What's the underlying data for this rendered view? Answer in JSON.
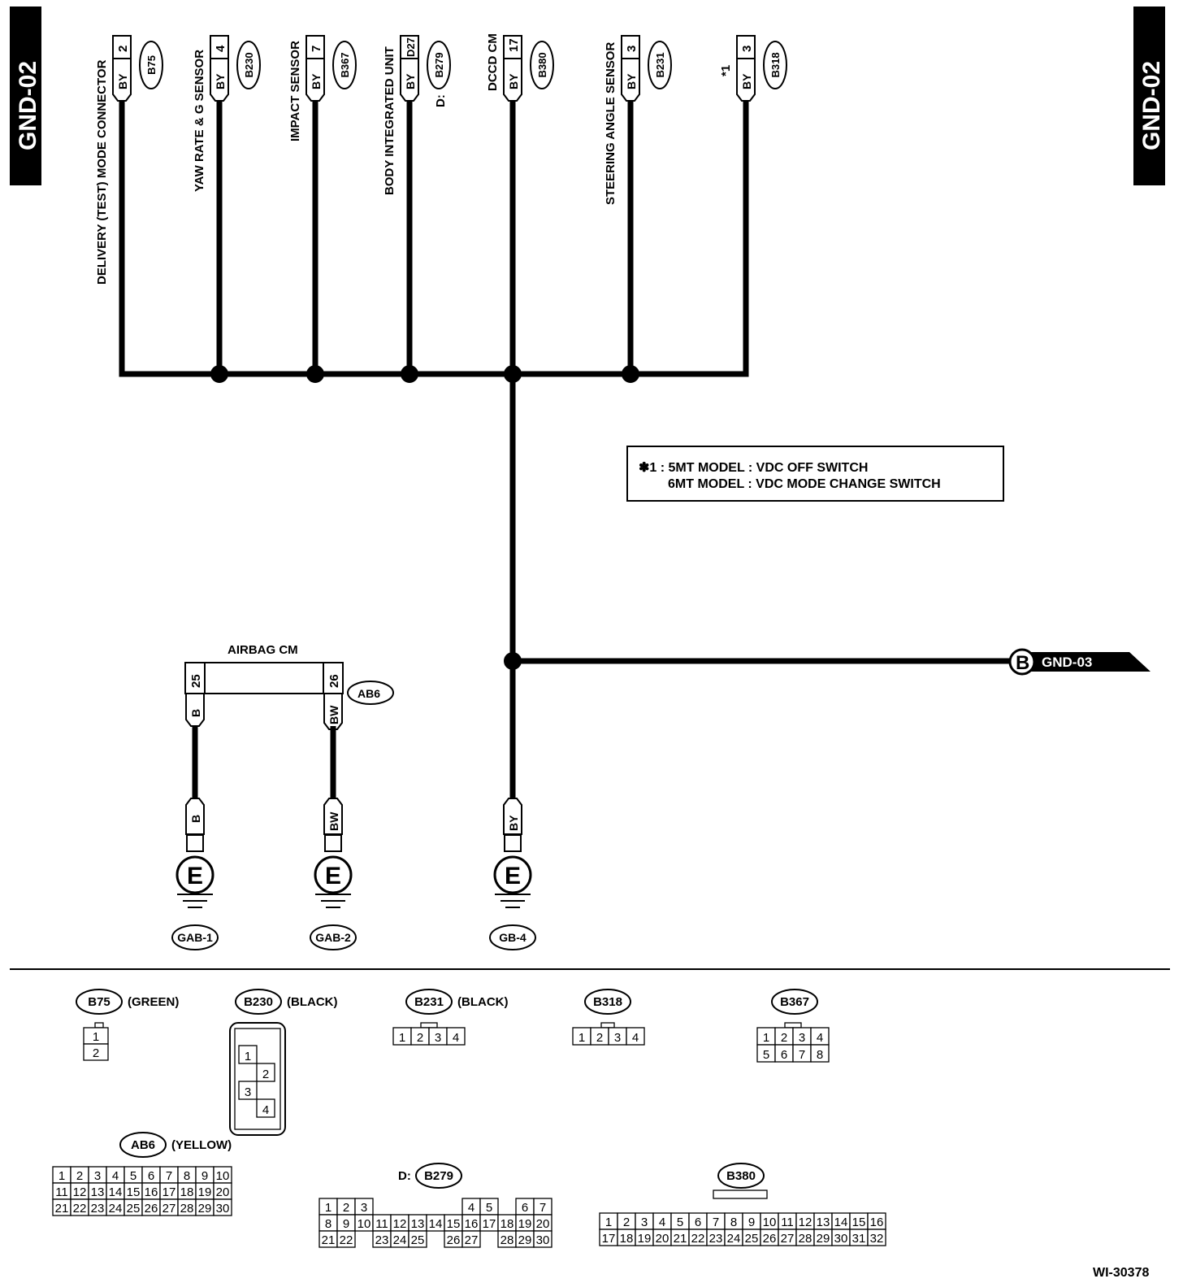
{
  "page_tag": "GND-02",
  "components": [
    {
      "name": "DELIVERY (TEST) MODE CONNECTOR",
      "prefix": "",
      "wire": "BY",
      "pin": "2",
      "connector": "B75"
    },
    {
      "name": "YAW RATE & G SENSOR",
      "prefix": "",
      "wire": "BY",
      "pin": "4",
      "connector": "B230"
    },
    {
      "name": "IMPACT SENSOR",
      "prefix": "",
      "wire": "BY",
      "pin": "7",
      "connector": "B367"
    },
    {
      "name": "BODY INTEGRATED UNIT",
      "prefix": "D:",
      "wire": "BY",
      "pin": "D27",
      "connector": "B279"
    },
    {
      "name": "DCCD CM",
      "prefix": "",
      "wire": "BY",
      "pin": "17",
      "connector": "B380"
    },
    {
      "name": "STEERING ANGLE SENSOR",
      "prefix": "",
      "wire": "BY",
      "pin": "3",
      "connector": "B231"
    },
    {
      "name": "*1",
      "prefix": "",
      "wire": "BY",
      "pin": "3",
      "connector": "B318"
    }
  ],
  "note": {
    "line1": "✽1 : 5MT MODEL   : VDC OFF SWITCH",
    "line2": "6MT MODEL   : VDC MODE CHANGE SWITCH"
  },
  "airbag": {
    "title": "AIRBAG CM",
    "connector": "AB6",
    "pins": [
      {
        "pin": "25",
        "wire": "B"
      },
      {
        "pin": "26",
        "wire": "BW"
      }
    ]
  },
  "grounds": [
    {
      "wire": "B",
      "symbol": "E",
      "label": "GAB-1"
    },
    {
      "wire": "BW",
      "symbol": "E",
      "label": "GAB-2"
    },
    {
      "wire": "BY",
      "symbol": "E",
      "label": "GB-4"
    }
  ],
  "offpage": {
    "letter": "B",
    "label": "GND-03"
  },
  "connector_views": {
    "B75": "(GREEN)",
    "B230": "(BLACK)",
    "B231": "(BLACK)",
    "B318": "",
    "B367": "",
    "AB6": "(YELLOW)",
    "B279_prefix": "D:",
    "B279": "",
    "B380": ""
  },
  "figure_id": "WI-30378"
}
